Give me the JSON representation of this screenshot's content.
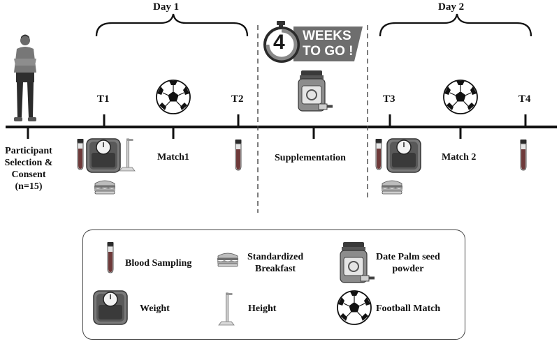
{
  "days": {
    "day1": "Day 1",
    "day2": "Day 2"
  },
  "badge": {
    "number": "4",
    "line1": "WEEKS",
    "line2": "TO GO !"
  },
  "timepoints": {
    "t1": "T1",
    "t2": "T2",
    "t3": "T3",
    "t4": "T4"
  },
  "timeline": {
    "participant": [
      "Participant",
      "Selection &",
      "Consent",
      "(n=15)"
    ],
    "match1": "Match1",
    "supplementation": "Supplementation",
    "match2": "Match 2"
  },
  "legend": {
    "blood": "Blood Sampling",
    "breakfast": [
      "Standardized",
      "Breakfast"
    ],
    "powder": [
      "Date Palm seed",
      "powder"
    ],
    "weight": "Weight",
    "height": "Height",
    "football": "Football Match"
  },
  "colors": {
    "dark": "#1a1a1a",
    "mid": "#5a5a5a",
    "light": "#bdbdbd",
    "blood": "#7a2a2a"
  },
  "icons": [
    "participant-icon",
    "blood-tube-icon",
    "scale-icon",
    "height-rod-icon",
    "sandwich-icon",
    "football-icon",
    "supplement-jar-icon",
    "stopwatch-icon"
  ]
}
